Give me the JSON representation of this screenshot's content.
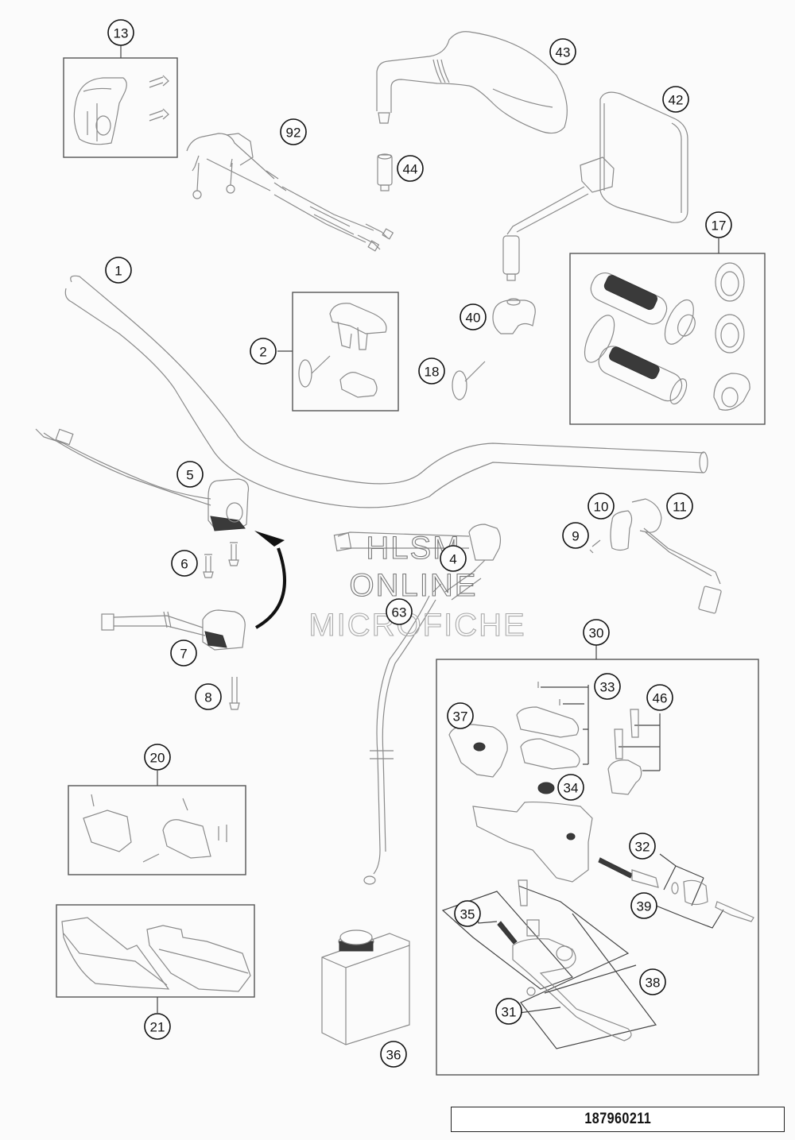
{
  "diagram": {
    "title": "Handlebar, controls exploded view",
    "diagram_number": "187960211",
    "watermark": [
      "HLSM",
      "ONLINE",
      "MICROFICHE"
    ],
    "callouts": [
      {
        "id": "1",
        "part": "handlebar"
      },
      {
        "id": "2",
        "part": "handlebar-clamp-cover-kit"
      },
      {
        "id": "4",
        "part": "switch-unit"
      },
      {
        "id": "5",
        "part": "left-handlebar-switch"
      },
      {
        "id": "6",
        "part": "screw"
      },
      {
        "id": "7",
        "part": "switch-lower-half"
      },
      {
        "id": "8",
        "part": "screw"
      },
      {
        "id": "9",
        "part": "screw"
      },
      {
        "id": "10",
        "part": "clamp"
      },
      {
        "id": "11",
        "part": "kill-switch"
      },
      {
        "id": "13",
        "part": "throttle-housing-kit"
      },
      {
        "id": "17",
        "part": "grip-set"
      },
      {
        "id": "18",
        "part": "cable-tie"
      },
      {
        "id": "20",
        "part": "handguard-mounting-kit"
      },
      {
        "id": "21",
        "part": "handguards"
      },
      {
        "id": "30",
        "part": "clutch-master-cylinder-assembly"
      },
      {
        "id": "31",
        "part": "clutch-lever"
      },
      {
        "id": "32",
        "part": "piston-repair-kit"
      },
      {
        "id": "33",
        "part": "reservoir-cover-kit"
      },
      {
        "id": "34",
        "part": "bellows"
      },
      {
        "id": "35",
        "part": "adjusting-screw-kit"
      },
      {
        "id": "36",
        "part": "hydraulic-fluid"
      },
      {
        "id": "37",
        "part": "master-cylinder-cover"
      },
      {
        "id": "38",
        "part": "lever-pivot-kit"
      },
      {
        "id": "39",
        "part": "hose-fitting-kit"
      },
      {
        "id": "40",
        "part": "mirror-clamp"
      },
      {
        "id": "42",
        "part": "mirror-right"
      },
      {
        "id": "43",
        "part": "mirror-left"
      },
      {
        "id": "44",
        "part": "mirror-adapter"
      },
      {
        "id": "46",
        "part": "clamp-screw-kit"
      },
      {
        "id": "63",
        "part": "clutch-hose"
      },
      {
        "id": "92",
        "part": "throttle-grip-with-cables"
      }
    ]
  }
}
